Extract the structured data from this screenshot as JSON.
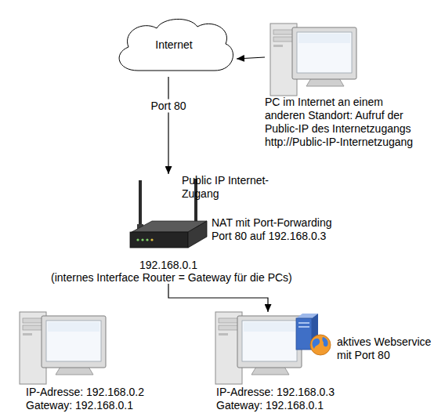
{
  "diagram": {
    "nodes": [
      {
        "text": [
          "Internet"
        ]
      },
      {
        "text": [
          "PC im Internet an einem anderen Standort: Aufruf der Public-IP des Internetzugangs http://Public-IP-Internetzugang"
        ]
      },
      {
        "text": [
          "Public IP Internet-Zugang",
          "NAT mit Port-Forwarding Port 80 auf 192.168.0.3",
          "192.168.0.1",
          "(internes Interface Router = Gateway für die PCs)"
        ]
      },
      {
        "text": [
          "IP-Adresse: 192.168.0.2",
          "Gateway: 192.168.0.1"
        ]
      },
      {
        "text": [
          "aktives Webservice mit Port 80",
          "IP-Adresse: 192.168.0.3",
          "Gateway: 192.168.0.1"
        ]
      }
    ],
    "edges": [
      {
        "from": 1,
        "to": 0,
        "arrow": "to"
      },
      {
        "from": 0,
        "to": 2,
        "label": "Port 80",
        "arrow": "to"
      },
      {
        "from": 2,
        "to": 4,
        "arrow": "to"
      }
    ]
  }
}
